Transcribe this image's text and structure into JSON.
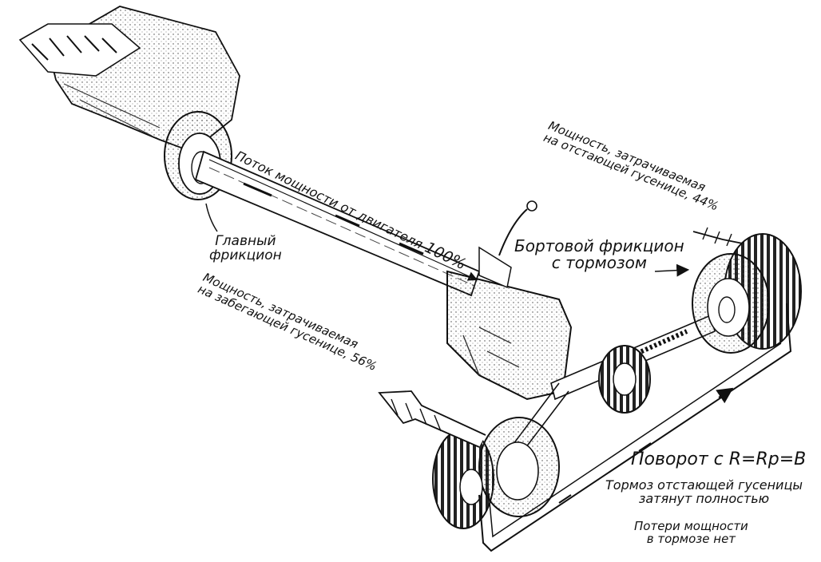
{
  "labels": {
    "main_clutch_line1": "Главный",
    "main_clutch_line2": "фрикцион",
    "power_flow": "Поток мощности от двигателя",
    "power_flow_pct": "100%",
    "lagging_line1": "Мощность, затрачиваемая",
    "lagging_line2": "на отстающей гусенице, 44%",
    "running_line1": "Мощность, затрачиваемая",
    "running_line2": "на забегающей гусенице, 56%",
    "side_clutch_line1": "Бортовой фрикцион",
    "side_clutch_line2": "с тормозом",
    "turn": "Поворот с R=Rp=B",
    "brake_line1": "Тормоз отстающей гусеницы",
    "brake_line2": "затянут полностью",
    "loss_line1": "Потери мощности",
    "loss_line2": "в тормозе нет"
  },
  "colors": {
    "ink": "#111111",
    "shade": "#555555",
    "paper": "#ffffff"
  }
}
